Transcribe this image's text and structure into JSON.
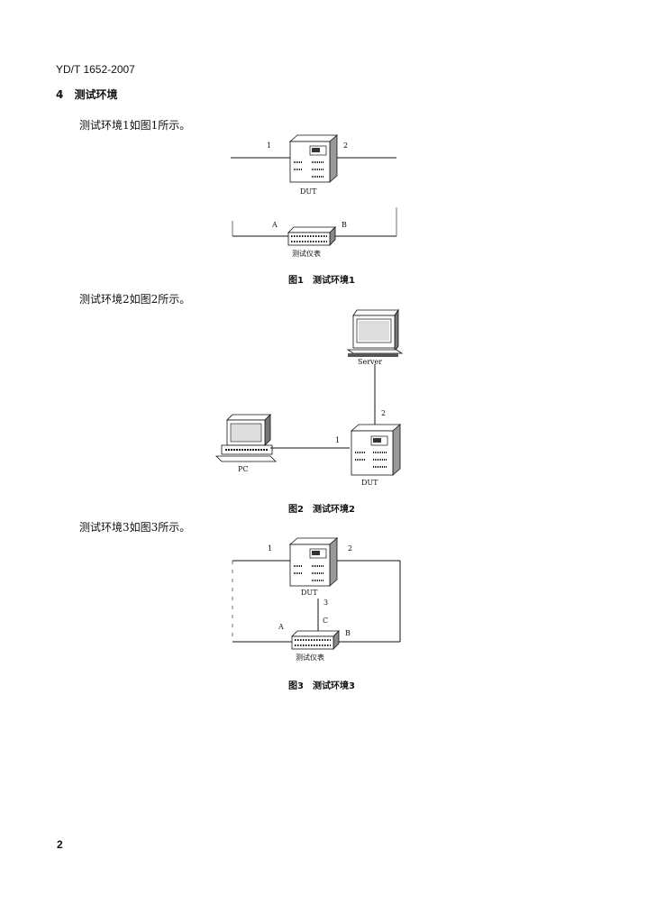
{
  "header": {
    "doc_id": "YD/T 1652-2007"
  },
  "section": {
    "number": "4",
    "title": "测试环境"
  },
  "paragraphs": {
    "env1": "测试环境1如图1所示。",
    "env2": "测试环境2如图2所示。",
    "env3": "测试环境3如图3所示。"
  },
  "figure1": {
    "caption": "图1　测试环境1",
    "port1": "1",
    "port2": "2",
    "dut_label": "DUT",
    "portA": "A",
    "portB": "B",
    "tester_label": "测试仪表"
  },
  "figure2": {
    "caption": "图2　测试环境2",
    "server_label": "Server",
    "pc_label": "PC",
    "dut_label": "DUT",
    "link1": "1",
    "link2": "2"
  },
  "figure3": {
    "caption": "图3　测试环境3",
    "port1": "1",
    "port2": "2",
    "port3": "3",
    "dut_label": "DUT",
    "portA": "A",
    "portB": "B",
    "portC": "C",
    "tester_label": "测试仪表"
  },
  "footer": {
    "page_number": "2"
  }
}
